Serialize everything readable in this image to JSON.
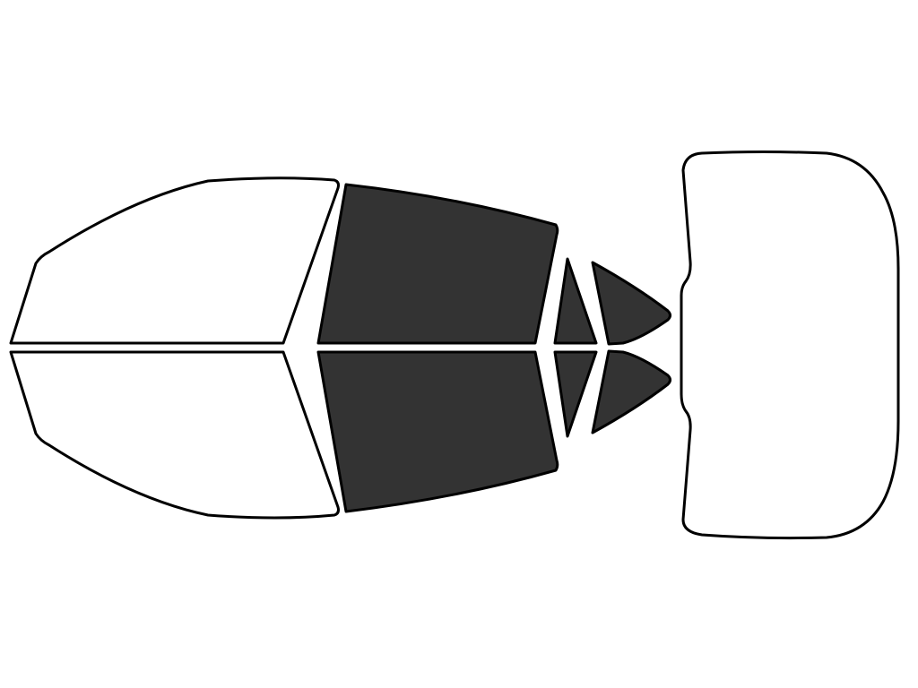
{
  "diagram": {
    "colors": {
      "tinted": "#333333",
      "untinted": "#ffffff",
      "outline": "#000000",
      "background": "#ffffff"
    },
    "windows": [
      {
        "id": "front-door-window-top",
        "tinted": false
      },
      {
        "id": "front-door-window-bottom",
        "tinted": false
      },
      {
        "id": "rear-door-window-top",
        "tinted": true
      },
      {
        "id": "rear-door-window-bottom",
        "tinted": true
      },
      {
        "id": "rear-vent-window-top",
        "tinted": true
      },
      {
        "id": "rear-vent-window-bottom",
        "tinted": true
      },
      {
        "id": "quarter-window-top",
        "tinted": true
      },
      {
        "id": "quarter-window-bottom",
        "tinted": true
      },
      {
        "id": "rear-windshield",
        "tinted": false
      }
    ]
  }
}
